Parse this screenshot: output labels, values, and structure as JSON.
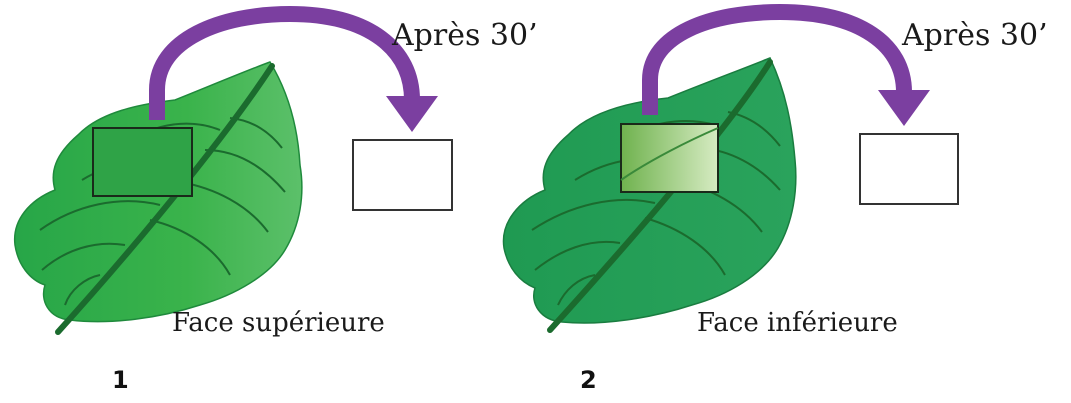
{
  "panels": [
    {
      "number": "1",
      "time_label": "Après 30’",
      "face_label": "Face supérieure"
    },
    {
      "number": "2",
      "time_label": "Après 30’",
      "face_label": "Face inférieure"
    }
  ],
  "colors": {
    "leaf_light": "#3cb54a",
    "leaf_dark": "#1d8a3c",
    "vein": "#1b6b2e",
    "arrow": "#7b3fa0",
    "tested_square_top": "#2fa347",
    "tested_square_bottom": "#7fbf6a"
  },
  "icons": [
    "leaf-icon",
    "curved-arrow-icon"
  ]
}
